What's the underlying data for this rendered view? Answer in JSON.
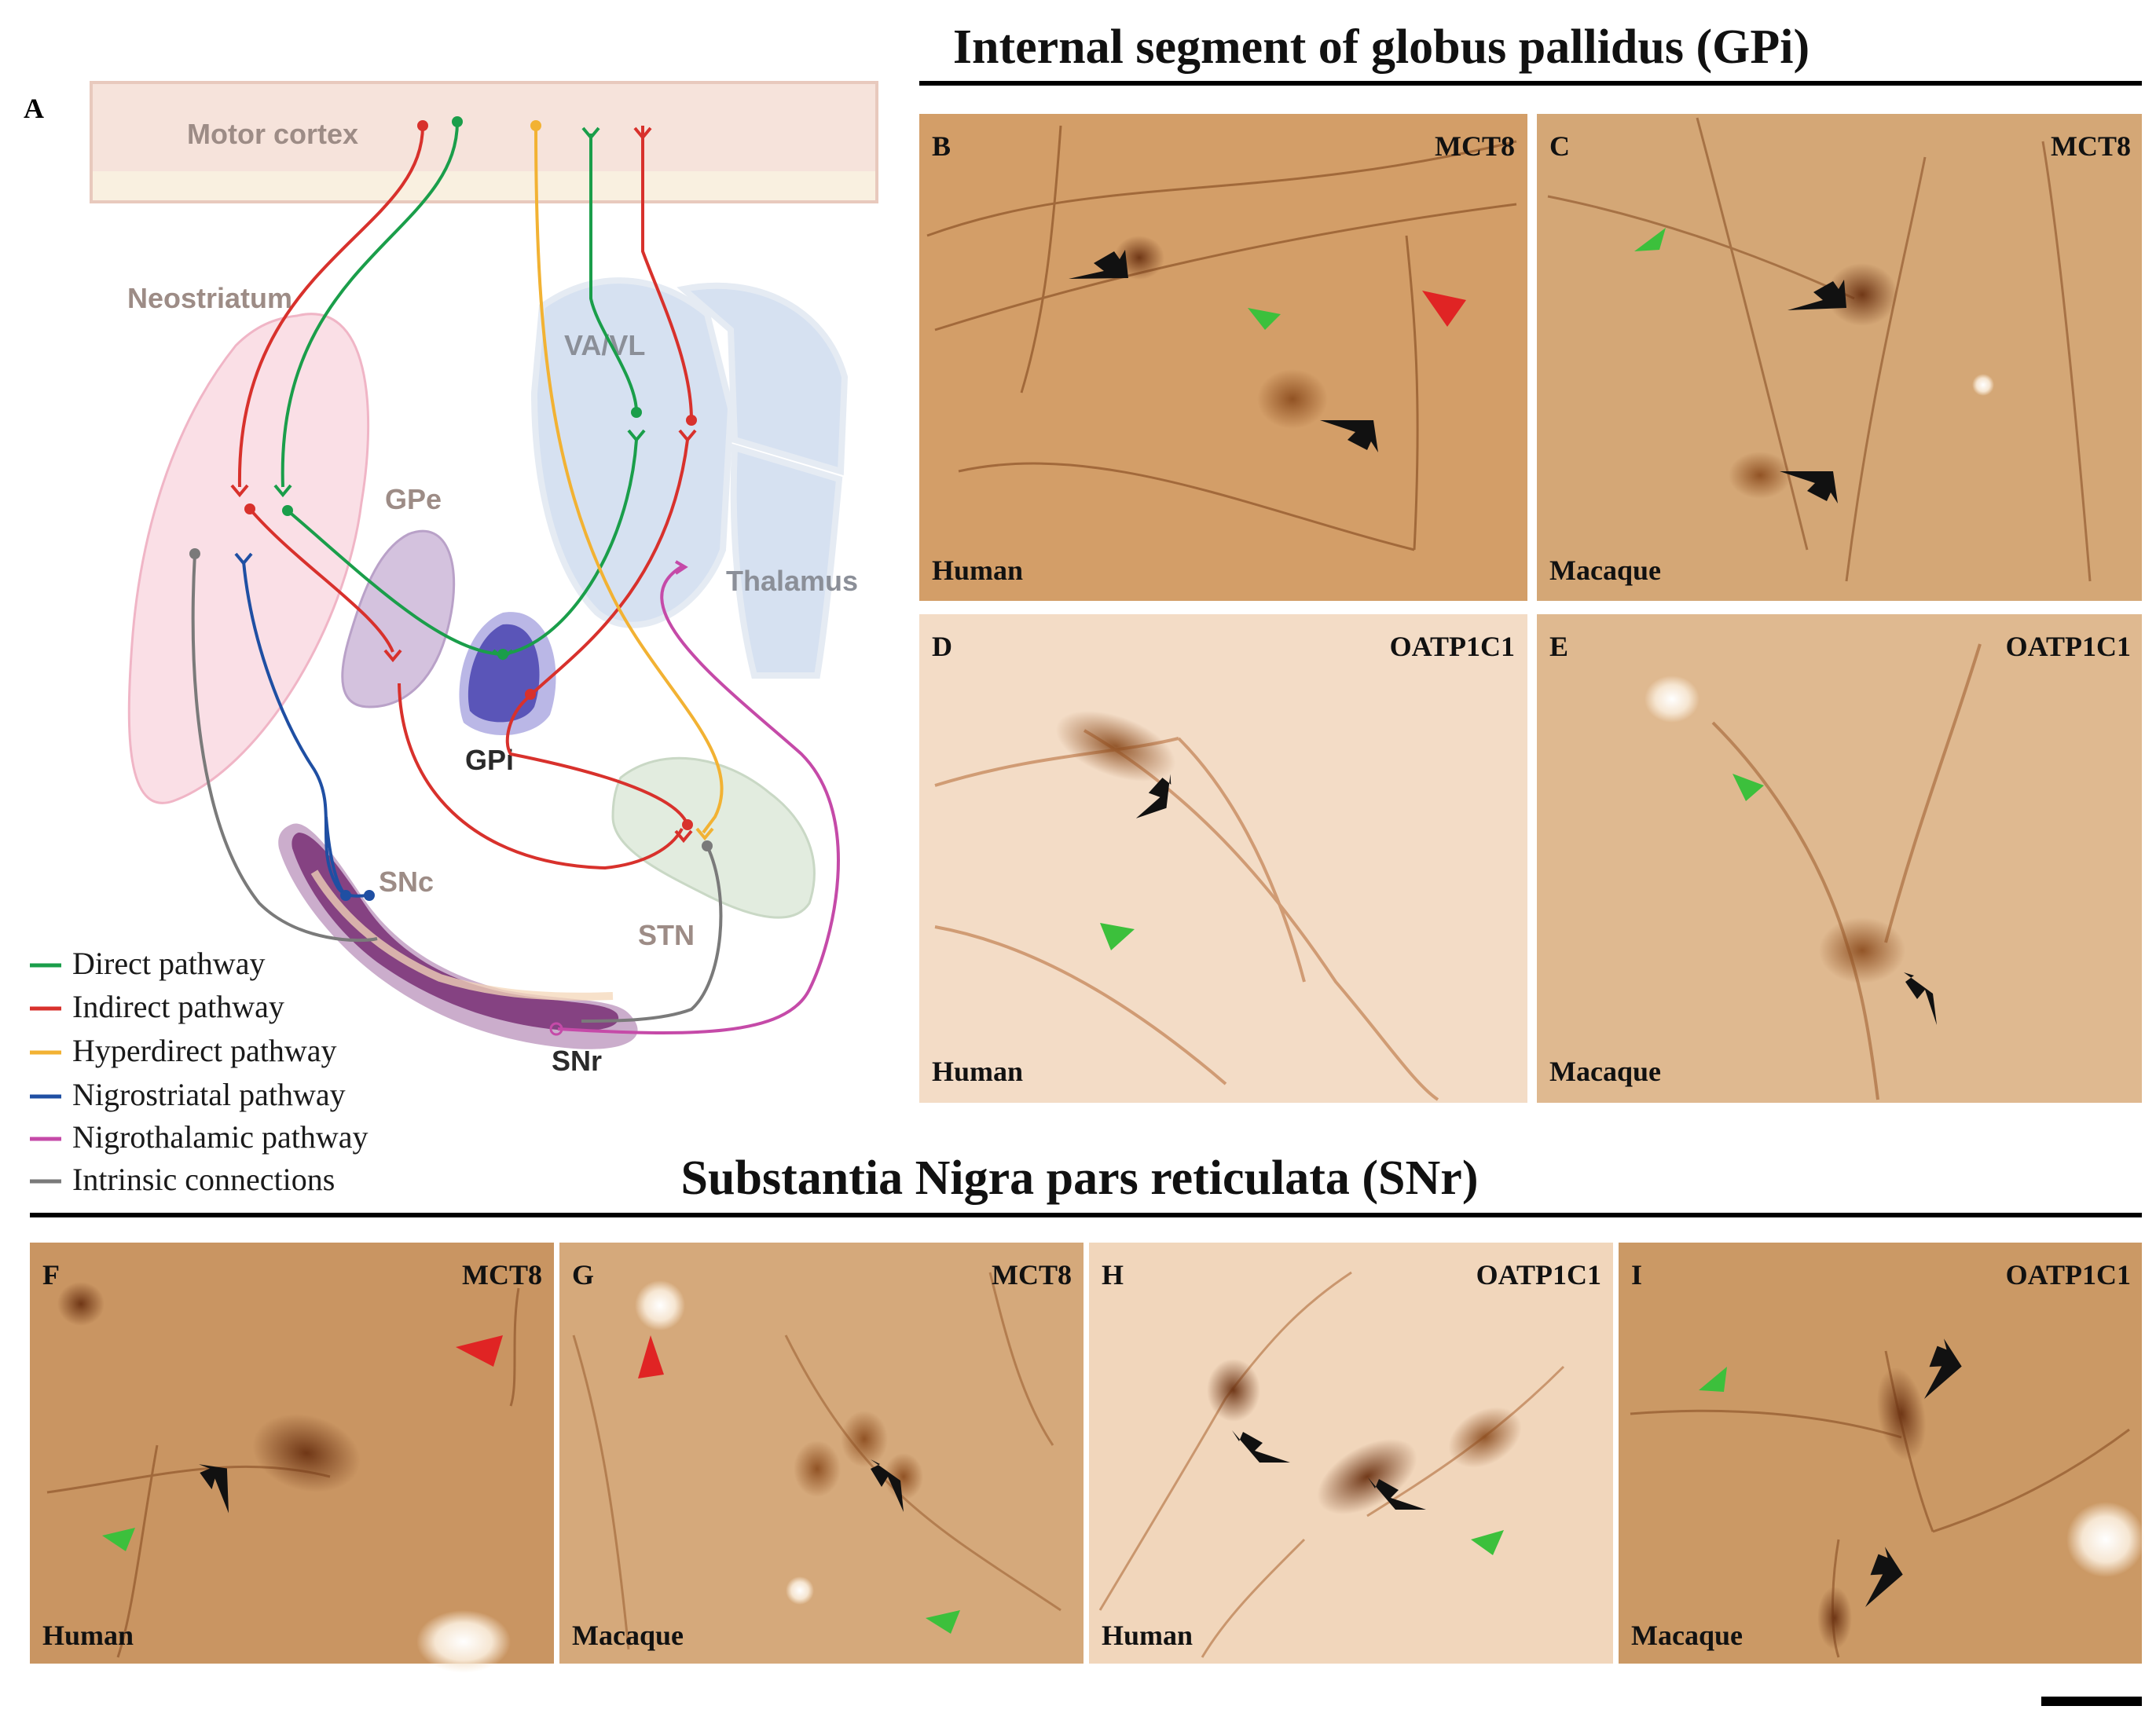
{
  "figure": {
    "panel_a_letter": "A",
    "diagram": {
      "regions": {
        "motor_cortex": "Motor cortex",
        "neostriatum": "Neostriatum",
        "va_vl": "VA/VL",
        "thalamus": "Thalamus",
        "gpe": "GPe",
        "gpi": "GPi",
        "snc": "SNc",
        "stn": "STN",
        "snr": "SNr"
      },
      "legend": [
        {
          "label": "Direct pathway",
          "color": "#1a9e4a"
        },
        {
          "label": "Indirect pathway",
          "color": "#d8312c"
        },
        {
          "label": "Hyperdirect pathway",
          "color": "#f2b233"
        },
        {
          "label": "Nigrostriatal pathway",
          "color": "#1f4fa3"
        },
        {
          "label": "Nigrothalamic pathway",
          "color": "#c54aa8"
        },
        {
          "label": "Intrinsic connections",
          "color": "#7a7a7a"
        }
      ]
    },
    "sections": {
      "gpi_title": "Internal segment of globus pallidus (GPi)",
      "snr_title": "Substantia Nigra pars reticulata (SNr)"
    },
    "panels": [
      {
        "letter": "B",
        "marker": "MCT8",
        "species": "Human"
      },
      {
        "letter": "C",
        "marker": "MCT8",
        "species": "Macaque"
      },
      {
        "letter": "D",
        "marker": "OATP1C1",
        "species": "Human"
      },
      {
        "letter": "E",
        "marker": "OATP1C1",
        "species": "Macaque"
      },
      {
        "letter": "F",
        "marker": "MCT8",
        "species": "Human"
      },
      {
        "letter": "G",
        "marker": "MCT8",
        "species": "Macaque"
      },
      {
        "letter": "H",
        "marker": "OATP1C1",
        "species": "Human"
      },
      {
        "letter": "I",
        "marker": "OATP1C1",
        "species": "Macaque"
      }
    ],
    "colors": {
      "arrow": "#111111",
      "arrowhead_green": "#3cc03c",
      "arrowhead_red": "#e02424",
      "tissue": "#c98f55"
    }
  }
}
